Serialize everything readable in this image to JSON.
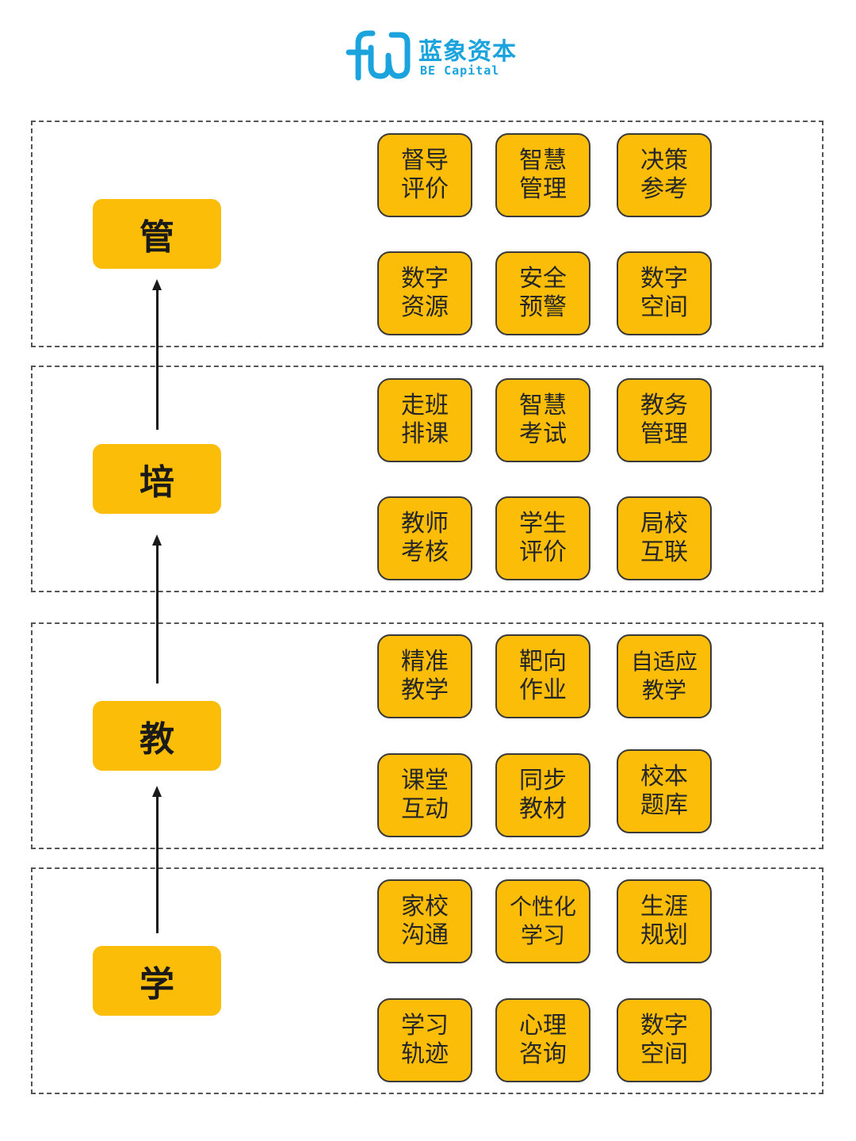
{
  "logo": {
    "name_cn": "蓝象资本",
    "name_en": "BE Capital",
    "icon": "be-capital-logo-icon",
    "color": "#1aa3dc"
  },
  "colors": {
    "box_fill": "#fbbd08",
    "box_border": "#3a3a3a",
    "arrow": "#1a1a1a",
    "dashed_border": "#555555"
  },
  "sections": [
    {
      "layer": "管",
      "items": [
        [
          "督导",
          "评价"
        ],
        [
          "智慧",
          "管理"
        ],
        [
          "决策",
          "参考"
        ],
        [
          "数字",
          "资源"
        ],
        [
          "安全",
          "预警"
        ],
        [
          "数字",
          "空间"
        ]
      ]
    },
    {
      "layer": "培",
      "items": [
        [
          "走班",
          "排课"
        ],
        [
          "智慧",
          "考试"
        ],
        [
          "教务",
          "管理"
        ],
        [
          "教师",
          "考核"
        ],
        [
          "学生",
          "评价"
        ],
        [
          "局校",
          "互联"
        ]
      ]
    },
    {
      "layer": "教",
      "items": [
        [
          "精准",
          "教学"
        ],
        [
          "靶向",
          "作业"
        ],
        [
          "自适应",
          "教学"
        ],
        [
          "课堂",
          "互动"
        ],
        [
          "同步",
          "教材"
        ],
        [
          "校本",
          "题库"
        ]
      ]
    },
    {
      "layer": "学",
      "items": [
        [
          "家校",
          "沟通"
        ],
        [
          "个性化",
          "学习"
        ],
        [
          "生涯",
          "规划"
        ],
        [
          "学习",
          "轨迹"
        ],
        [
          "心理",
          "咨询"
        ],
        [
          "数字",
          "空间"
        ]
      ]
    }
  ]
}
